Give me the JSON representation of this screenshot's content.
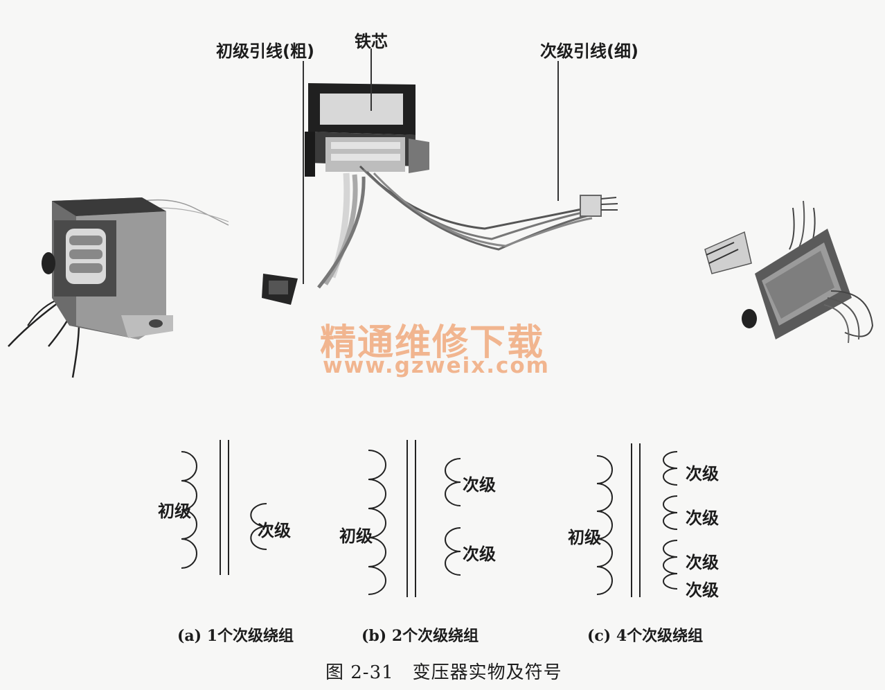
{
  "photo_labels": {
    "primary_lead": "初级引线(粗)",
    "iron_core": "铁芯",
    "secondary_lead": "次级引线(细)"
  },
  "watermark": {
    "title": "精通维修下载",
    "url": "www.gzweix.com"
  },
  "diagram_a": {
    "primary": "初级",
    "secondary": "次级",
    "caption": "(a) 1个次级绕组"
  },
  "diagram_b": {
    "primary": "初级",
    "secondary_1": "次级",
    "secondary_2": "次级",
    "caption": "(b) 2个次级绕组"
  },
  "diagram_c": {
    "primary": "初级",
    "secondary_1": "次级",
    "secondary_2": "次级",
    "secondary_3": "次级",
    "secondary_4": "次级",
    "caption": "(c) 4个次级绕组"
  },
  "figure_caption": "图 2-31　变压器实物及符号"
}
